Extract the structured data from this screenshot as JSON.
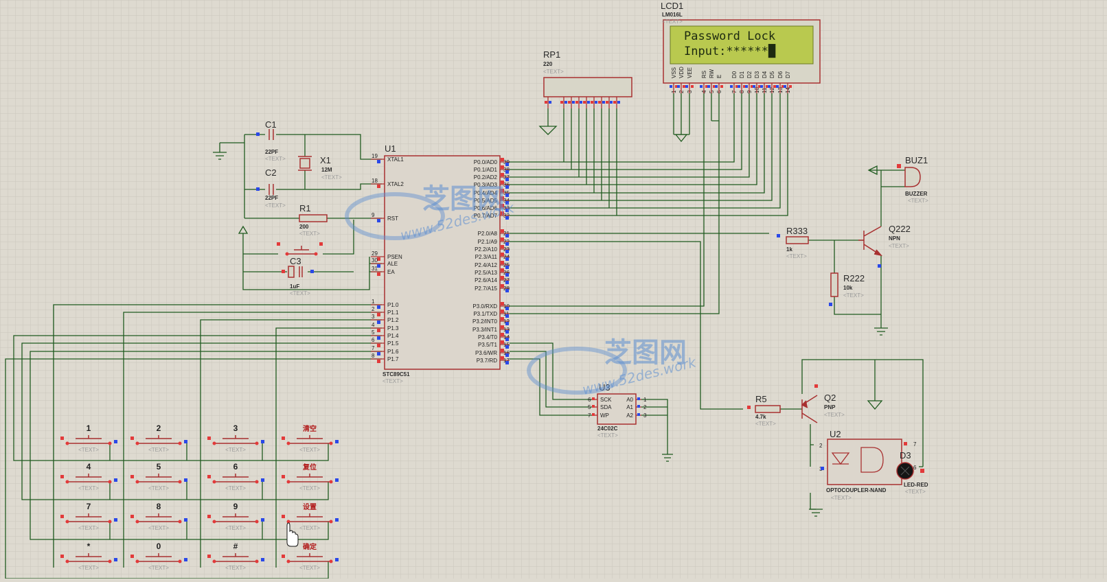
{
  "colors": {
    "background": "#dedad0",
    "grid": "#cbc7bc",
    "wire": "#1f5a1f",
    "body": "#a83030",
    "lcd_fill": "#b9c94f",
    "pin_red": "#e23a3a",
    "pin_blue": "#2a48e8"
  },
  "lcd": {
    "ref": "LCD1",
    "part": "LM016L",
    "text": "<TEXT>",
    "line1": "Password Lock",
    "line2": "Input:******█",
    "pins": [
      "VSS",
      "VDD",
      "VEE",
      "RS",
      "RW",
      "E",
      "D0",
      "D1",
      "D2",
      "D3",
      "D4",
      "D5",
      "D6",
      "D7"
    ],
    "pin_numbers": [
      "1",
      "2",
      "3",
      "4",
      "5",
      "6",
      "7",
      "8",
      "9",
      "10",
      "11",
      "12",
      "13",
      "14"
    ]
  },
  "rp1": {
    "ref": "RP1",
    "value": "220",
    "text": "<TEXT>"
  },
  "c1": {
    "ref": "C1",
    "value": "22PF",
    "text": "<TEXT>"
  },
  "c2": {
    "ref": "C2",
    "value": "22PF",
    "text": "<TEXT>"
  },
  "x1": {
    "ref": "X1",
    "value": "12M",
    "text": "<TEXT>"
  },
  "r1": {
    "ref": "R1",
    "value": "200",
    "text": "<TEXT>"
  },
  "c3": {
    "ref": "C3",
    "value": "1uF",
    "text": "<TEXT>"
  },
  "u1": {
    "ref": "U1",
    "part": "STC89C51",
    "text": "<TEXT>",
    "left_pins": [
      {
        "num": "19",
        "name": "XTAL1"
      },
      {
        "num": "18",
        "name": "XTAL2"
      },
      {
        "num": "9",
        "name": "RST"
      },
      {
        "num": "29",
        "name": "PSEN"
      },
      {
        "num": "30",
        "name": "ALE"
      },
      {
        "num": "31",
        "name": "EA"
      },
      {
        "num": "1",
        "name": "P1.0"
      },
      {
        "num": "2",
        "name": "P1.1"
      },
      {
        "num": "3",
        "name": "P1.2"
      },
      {
        "num": "4",
        "name": "P1.3"
      },
      {
        "num": "5",
        "name": "P1.4"
      },
      {
        "num": "6",
        "name": "P1.5"
      },
      {
        "num": "7",
        "name": "P1.6"
      },
      {
        "num": "8",
        "name": "P1.7"
      }
    ],
    "right_pins": [
      {
        "num": "39",
        "name": "P0.0/AD0"
      },
      {
        "num": "38",
        "name": "P0.1/AD1"
      },
      {
        "num": "37",
        "name": "P0.2/AD2"
      },
      {
        "num": "36",
        "name": "P0.3/AD3"
      },
      {
        "num": "35",
        "name": "P0.4/AD4"
      },
      {
        "num": "34",
        "name": "P0.5/AD5"
      },
      {
        "num": "33",
        "name": "P0.6/AD6"
      },
      {
        "num": "32",
        "name": "P0.7/AD7"
      },
      {
        "num": "21",
        "name": "P2.0/A8"
      },
      {
        "num": "22",
        "name": "P2.1/A9"
      },
      {
        "num": "23",
        "name": "P2.2/A10"
      },
      {
        "num": "24",
        "name": "P2.3/A11"
      },
      {
        "num": "25",
        "name": "P2.4/A12"
      },
      {
        "num": "26",
        "name": "P2.5/A13"
      },
      {
        "num": "27",
        "name": "P2.6/A14"
      },
      {
        "num": "28",
        "name": "P2.7/A15"
      },
      {
        "num": "10",
        "name": "P3.0/RXD"
      },
      {
        "num": "11",
        "name": "P3.1/TXD"
      },
      {
        "num": "12",
        "name": "P3.2/INT0"
      },
      {
        "num": "13",
        "name": "P3.3/INT1"
      },
      {
        "num": "14",
        "name": "P3.4/T0"
      },
      {
        "num": "15",
        "name": "P3.5/T1"
      },
      {
        "num": "16",
        "name": "P3.6/WR"
      },
      {
        "num": "17",
        "name": "P3.7/RD"
      }
    ]
  },
  "u3": {
    "ref": "U3",
    "part": "24C02C",
    "text": "<TEXT>",
    "left_pins": [
      {
        "num": "6",
        "name": "SCK"
      },
      {
        "num": "5",
        "name": "SDA"
      },
      {
        "num": "7",
        "name": "WP"
      }
    ],
    "right_pins": [
      {
        "num": "1",
        "name": "A0"
      },
      {
        "num": "2",
        "name": "A1"
      },
      {
        "num": "3",
        "name": "A2"
      }
    ]
  },
  "buz1": {
    "ref": "BUZ1",
    "part": "BUZZER",
    "text": "<TEXT>"
  },
  "r333": {
    "ref": "R333",
    "value": "1k",
    "text": "<TEXT>"
  },
  "q222": {
    "ref": "Q222",
    "part": "NPN",
    "text": "<TEXT>"
  },
  "r222": {
    "ref": "R222",
    "value": "10k",
    "text": "<TEXT>"
  },
  "r5": {
    "ref": "R5",
    "value": "4.7k",
    "text": "<TEXT>"
  },
  "q2": {
    "ref": "Q2",
    "part": "PNP",
    "text": "<TEXT>"
  },
  "u2": {
    "ref": "U2",
    "part": "OPTOCOUPLER-NAND",
    "text": "<TEXT>",
    "pins": [
      "2",
      "3",
      "7",
      "6"
    ]
  },
  "d3": {
    "ref": "D3",
    "part": "LED-RED",
    "text": "<TEXT>"
  },
  "keypad": {
    "text": "<TEXT>",
    "keys": [
      "1",
      "2",
      "3",
      "清空",
      "4",
      "5",
      "6",
      "复位",
      "7",
      "8",
      "9",
      "设置",
      "*",
      "0",
      "#",
      "确定"
    ]
  },
  "watermark": {
    "brand": "芝图网",
    "url": "www.52des.work"
  }
}
